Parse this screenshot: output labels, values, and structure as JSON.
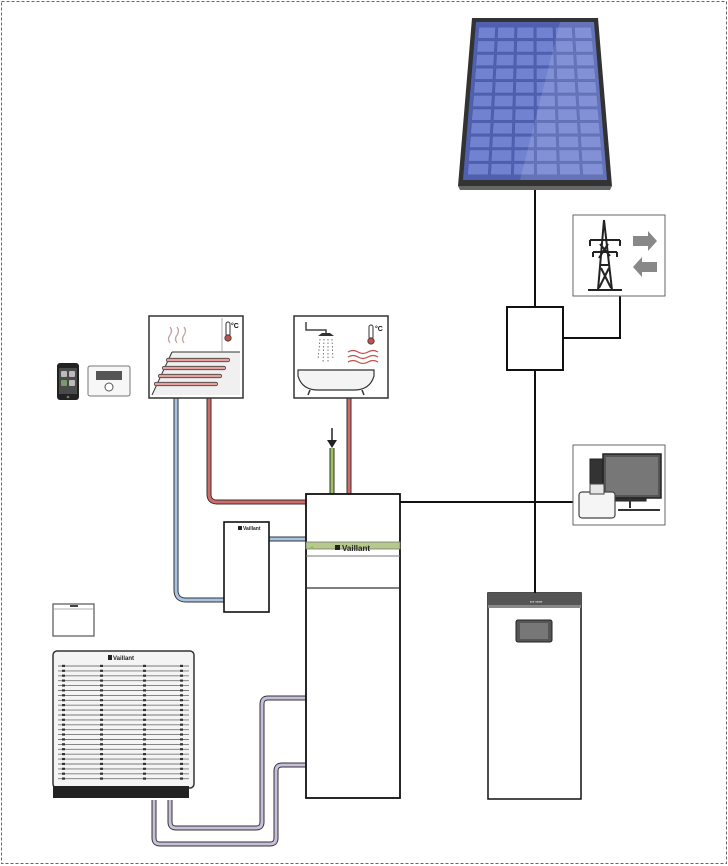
{
  "diagram": {
    "brand_name": "Vaillant",
    "temperature_unit": "°C",
    "colors": {
      "hot_pipe": "#c0504d",
      "cold_pipe": "#7fa8cf",
      "refrigerant_pipe": "#b3a7c9",
      "cold_water_inlet": "#8cba4e",
      "panel_cell": "#6b7cc8",
      "line": "#111111"
    },
    "components": {
      "solar_panel": "solar-panel-icon",
      "grid_exchange": "power-pylon-icon",
      "energy_meter": "meter-box",
      "monitors": "computer-monitor-icon",
      "battery": "battery-storage-unit",
      "hydraulic_tower": "hydraulic-tower-unit",
      "buffer_tank": "buffer-tank",
      "outdoor_unit": "outdoor-heat-pump",
      "floor_heating": "floor-heating-icon",
      "hot_water": "shower-bath-icon",
      "smartphone": "smartphone-icon",
      "room_controller": "thermostat-icon",
      "small_controller": "controller-box"
    }
  }
}
